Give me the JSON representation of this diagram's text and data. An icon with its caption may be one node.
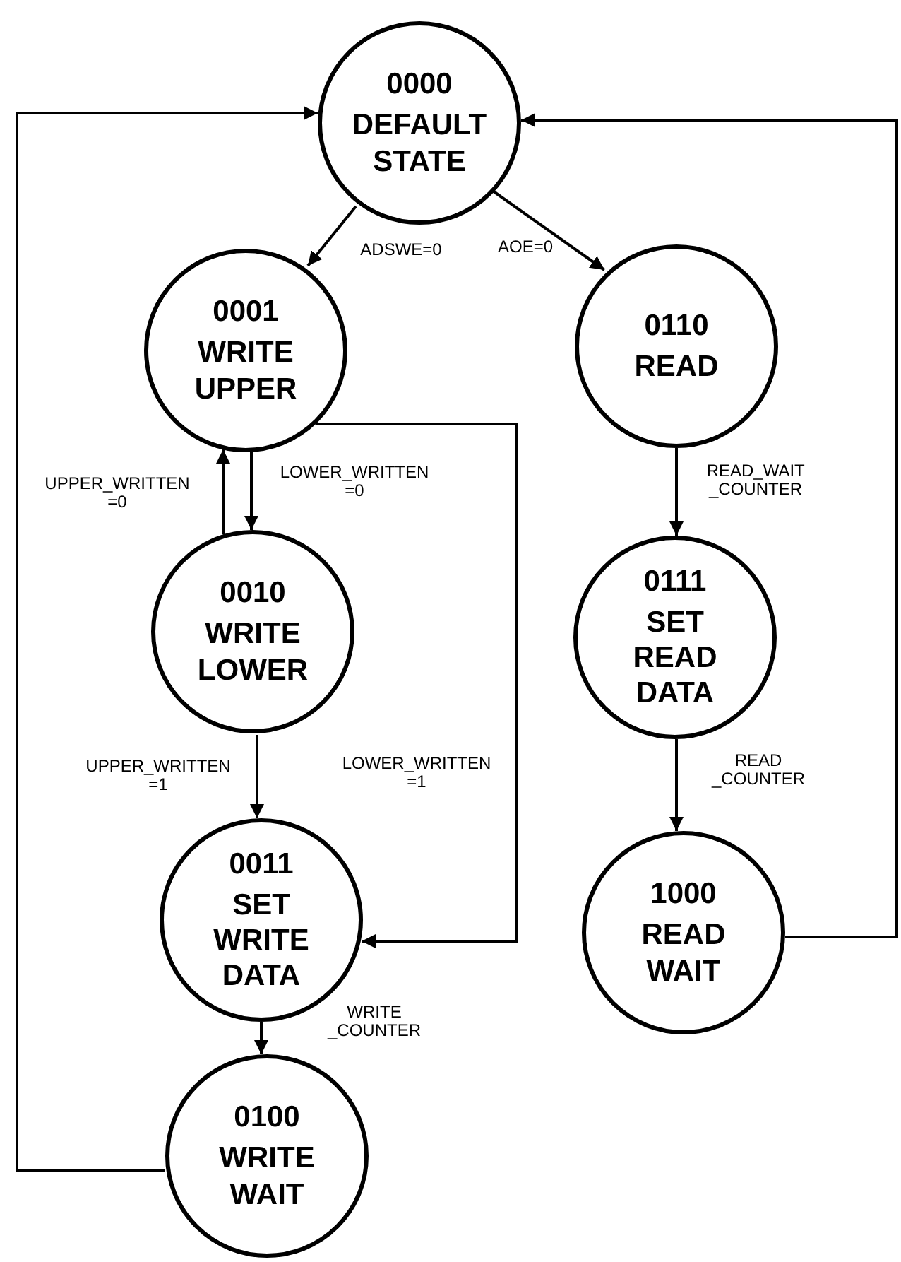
{
  "diagram": {
    "nodes": [
      {
        "text": [
          "0000",
          "DEFAULT STATE"
        ]
      },
      {
        "text": [
          "0001",
          "WRITE UPPER"
        ]
      },
      {
        "text": [
          "0110",
          "READ"
        ]
      },
      {
        "text": [
          "0010",
          "WRITE LOWER"
        ]
      },
      {
        "text": [
          "0111",
          "SET READ DATA"
        ]
      },
      {
        "text": [
          "0011",
          "SET WRITE DATA"
        ]
      },
      {
        "text": [
          "1000",
          "READ WAIT"
        ]
      },
      {
        "text": [
          "0100",
          "WRITE WAIT"
        ]
      }
    ],
    "edges": [
      {
        "from": 0,
        "to": 1,
        "arrow": "to",
        "label": "ADSWE=0"
      },
      {
        "from": 0,
        "to": 2,
        "arrow": "to",
        "label": "AOE=0"
      },
      {
        "from": 1,
        "to": 3,
        "arrow": "to",
        "label": "LOWER_WRITTEN =0"
      },
      {
        "from": 3,
        "to": 1,
        "arrow": "to",
        "label": "UPPER_WRITTEN =0"
      },
      {
        "from": 1,
        "to": 5,
        "arrow": "to",
        "label": "LOWER_WRITTEN =1"
      },
      {
        "from": 3,
        "to": 5,
        "arrow": "to",
        "label": "UPPER_WRITTEN =1"
      },
      {
        "from": 5,
        "to": 7,
        "arrow": "to",
        "label": "WRITE _COUNTER"
      },
      {
        "from": 7,
        "to": 0,
        "arrow": "to"
      },
      {
        "from": 2,
        "to": 4,
        "arrow": "to",
        "label": "READ_WAIT _COUNTER"
      },
      {
        "from": 4,
        "to": 6,
        "arrow": "to",
        "label": "READ _COUNTER"
      },
      {
        "from": 6,
        "to": 0,
        "arrow": "to"
      }
    ]
  }
}
